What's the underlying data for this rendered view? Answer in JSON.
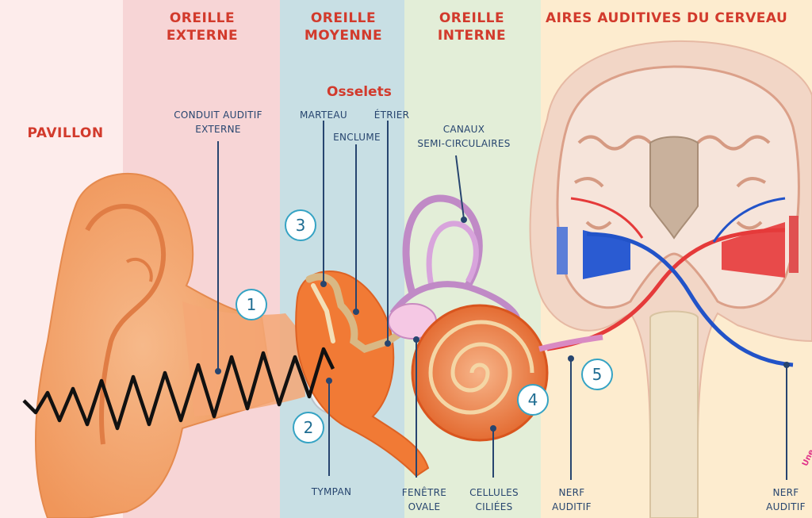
{
  "sections": {
    "pavillon": "PAVILLON",
    "externe": "OREILLE\nEXTERNE",
    "moyenne": "OREILLE\nMOYENNE",
    "interne": "OREILLE\nINTERNE",
    "cerveau": "AIRES AUDITIVES DU CERVEAU"
  },
  "osselets_title": "Osselets",
  "labels": {
    "conduit": "CONDUIT AUDITIF\nEXTERNE",
    "marteau": "MARTEAU",
    "etrier": "ÉTRIER",
    "enclume": "ENCLUME",
    "canaux": "CANAUX\nSEMI-CIRCULAIRES",
    "tympan": "TYMPAN",
    "fenetre": "FENÊTRE\nOVALE",
    "cellules": "CELLULES\nCILIÉES",
    "nerf_left": "NERF\nAUDITIF",
    "nerf_right": "NERF\nAUDITIF"
  },
  "numbers": [
    "1",
    "2",
    "3",
    "4",
    "5"
  ],
  "credit": "Une",
  "colors": {
    "pavillon_bg": "#fdeceb",
    "externe_bg": "#f7d6d6",
    "moyenne_bg": "#c8dfe4",
    "interne_bg": "#e2eed7",
    "cerveau_bg": "#fdeccf",
    "title_red": "#d23a2c",
    "label_blue": "#27456f",
    "circle_blue": "#35a3c4"
  }
}
